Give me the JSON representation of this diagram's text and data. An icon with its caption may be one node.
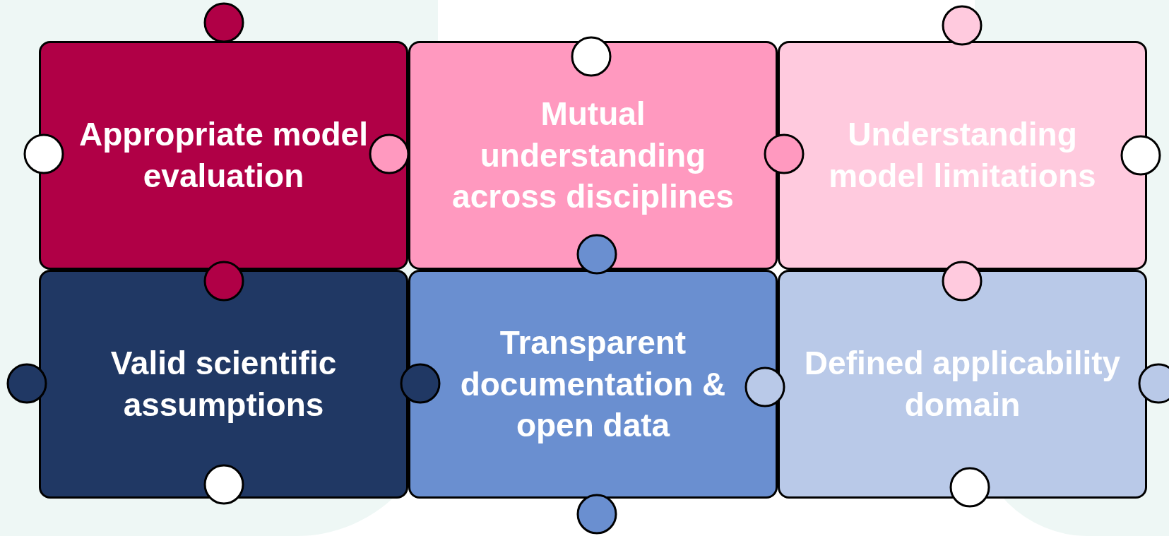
{
  "diagram": {
    "nodes": [
      {
        "text": [
          "Appropriate model evaluation"
        ]
      },
      {
        "text": [
          "Mutual understanding across disciplines"
        ]
      },
      {
        "text": [
          "Understanding model limitations"
        ]
      },
      {
        "text": [
          "Valid scientific assumptions"
        ]
      },
      {
        "text": [
          "Transparent documentation & open data"
        ]
      },
      {
        "text": [
          "Defined applicability domain"
        ]
      }
    ]
  }
}
